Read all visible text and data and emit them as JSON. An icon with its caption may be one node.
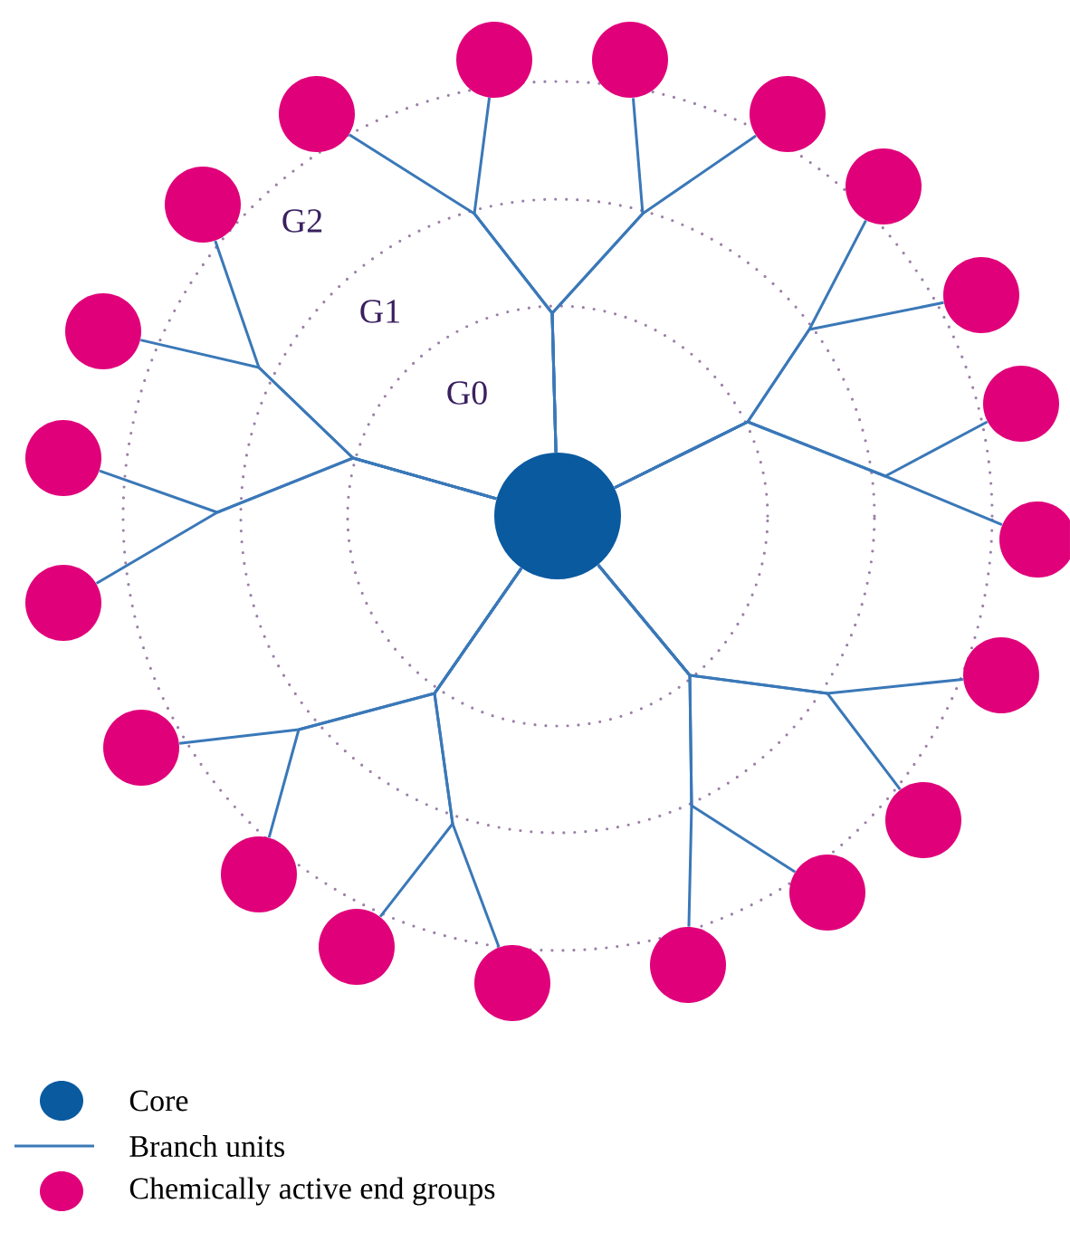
{
  "diagram": {
    "nodes": [
      {
        "text": [],
        "shape": "circle"
      },
      {
        "text": [],
        "shape": "circle"
      },
      {
        "text": [],
        "shape": "circle"
      },
      {
        "text": [],
        "shape": "circle"
      },
      {
        "text": [],
        "shape": "circle"
      },
      {
        "text": [],
        "shape": "circle"
      },
      {
        "text": [],
        "shape": "circle"
      },
      {
        "text": [],
        "shape": "circle"
      },
      {
        "text": [],
        "shape": "circle"
      },
      {
        "text": [],
        "shape": "circle"
      },
      {
        "text": [],
        "shape": "circle"
      },
      {
        "text": [],
        "shape": "circle"
      },
      {
        "text": [],
        "shape": "circle"
      },
      {
        "text": [],
        "shape": "circle"
      },
      {
        "text": [],
        "shape": "circle"
      },
      {
        "text": [],
        "shape": "circle"
      },
      {
        "text": [],
        "shape": "circle"
      },
      {
        "text": [],
        "shape": "circle"
      },
      {
        "text": [],
        "shape": "circle"
      },
      {
        "text": [],
        "shape": "circle"
      },
      {
        "text": [],
        "shape": "circle"
      }
    ],
    "edges": [
      {
        "from": 0,
        "to": 1,
        "arrow": "none"
      },
      {
        "from": 0,
        "to": 2,
        "arrow": "none"
      },
      {
        "from": 0,
        "to": 3,
        "arrow": "none"
      },
      {
        "from": 0,
        "to": 4,
        "arrow": "none"
      },
      {
        "from": 0,
        "to": 5,
        "arrow": "none"
      },
      {
        "from": 0,
        "to": 6,
        "arrow": "none"
      },
      {
        "from": 0,
        "to": 7,
        "arrow": "none"
      },
      {
        "from": 0,
        "to": 8,
        "arrow": "none"
      },
      {
        "from": 0,
        "to": 9,
        "arrow": "none"
      },
      {
        "from": 0,
        "to": 10,
        "arrow": "none"
      },
      {
        "from": 0,
        "to": 11,
        "arrow": "none"
      },
      {
        "from": 0,
        "to": 12,
        "arrow": "none"
      },
      {
        "from": 0,
        "to": 13,
        "arrow": "none"
      },
      {
        "from": 0,
        "to": 14,
        "arrow": "none"
      },
      {
        "from": 0,
        "to": 15,
        "arrow": "none"
      },
      {
        "from": 0,
        "to": 16,
        "arrow": "none"
      },
      {
        "from": 0,
        "to": 17,
        "arrow": "none"
      },
      {
        "from": 0,
        "to": 18,
        "arrow": "none"
      },
      {
        "from": 0,
        "to": 19,
        "arrow": "none"
      },
      {
        "from": 0,
        "to": 20,
        "arrow": "none"
      }
    ],
    "labels": [
      "G2",
      "G1",
      "G0"
    ],
    "legend": [
      {
        "text": "Core",
        "color": "#0a5aa0"
      },
      {
        "text": "Branch units"
      },
      {
        "text": "Chemically active end groups",
        "color": "#e0007a"
      }
    ]
  }
}
